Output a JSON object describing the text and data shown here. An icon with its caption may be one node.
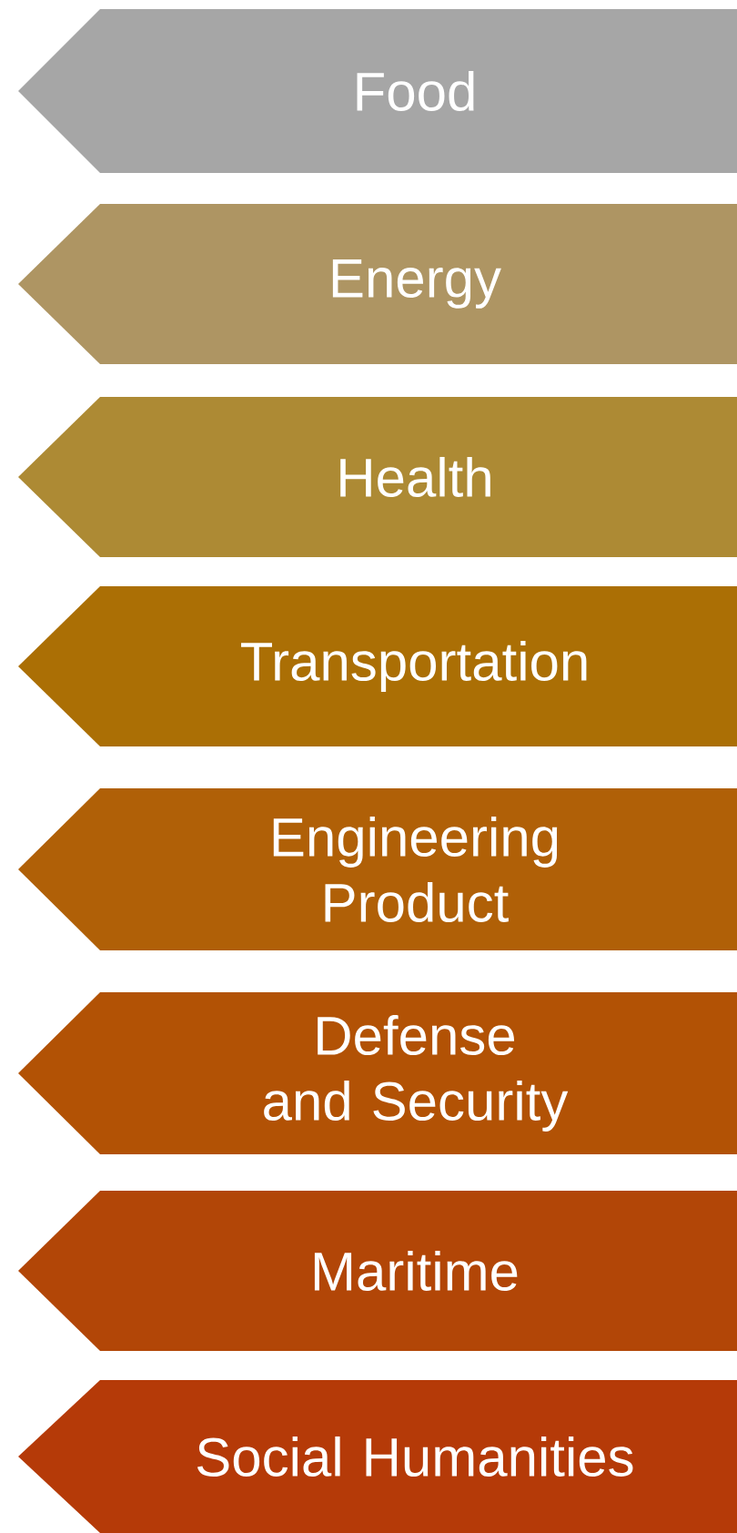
{
  "diagram": {
    "nodes": [
      {
        "text": [
          "Food"
        ]
      },
      {
        "text": [
          "Energy"
        ]
      },
      {
        "text": [
          "Health"
        ]
      },
      {
        "text": [
          "Transportation"
        ]
      },
      {
        "text": [
          "Engineering Product"
        ]
      },
      {
        "text": [
          "Defense and Security"
        ]
      },
      {
        "text": [
          "Maritime"
        ]
      },
      {
        "text": [
          "Social Humanities"
        ]
      }
    ]
  }
}
